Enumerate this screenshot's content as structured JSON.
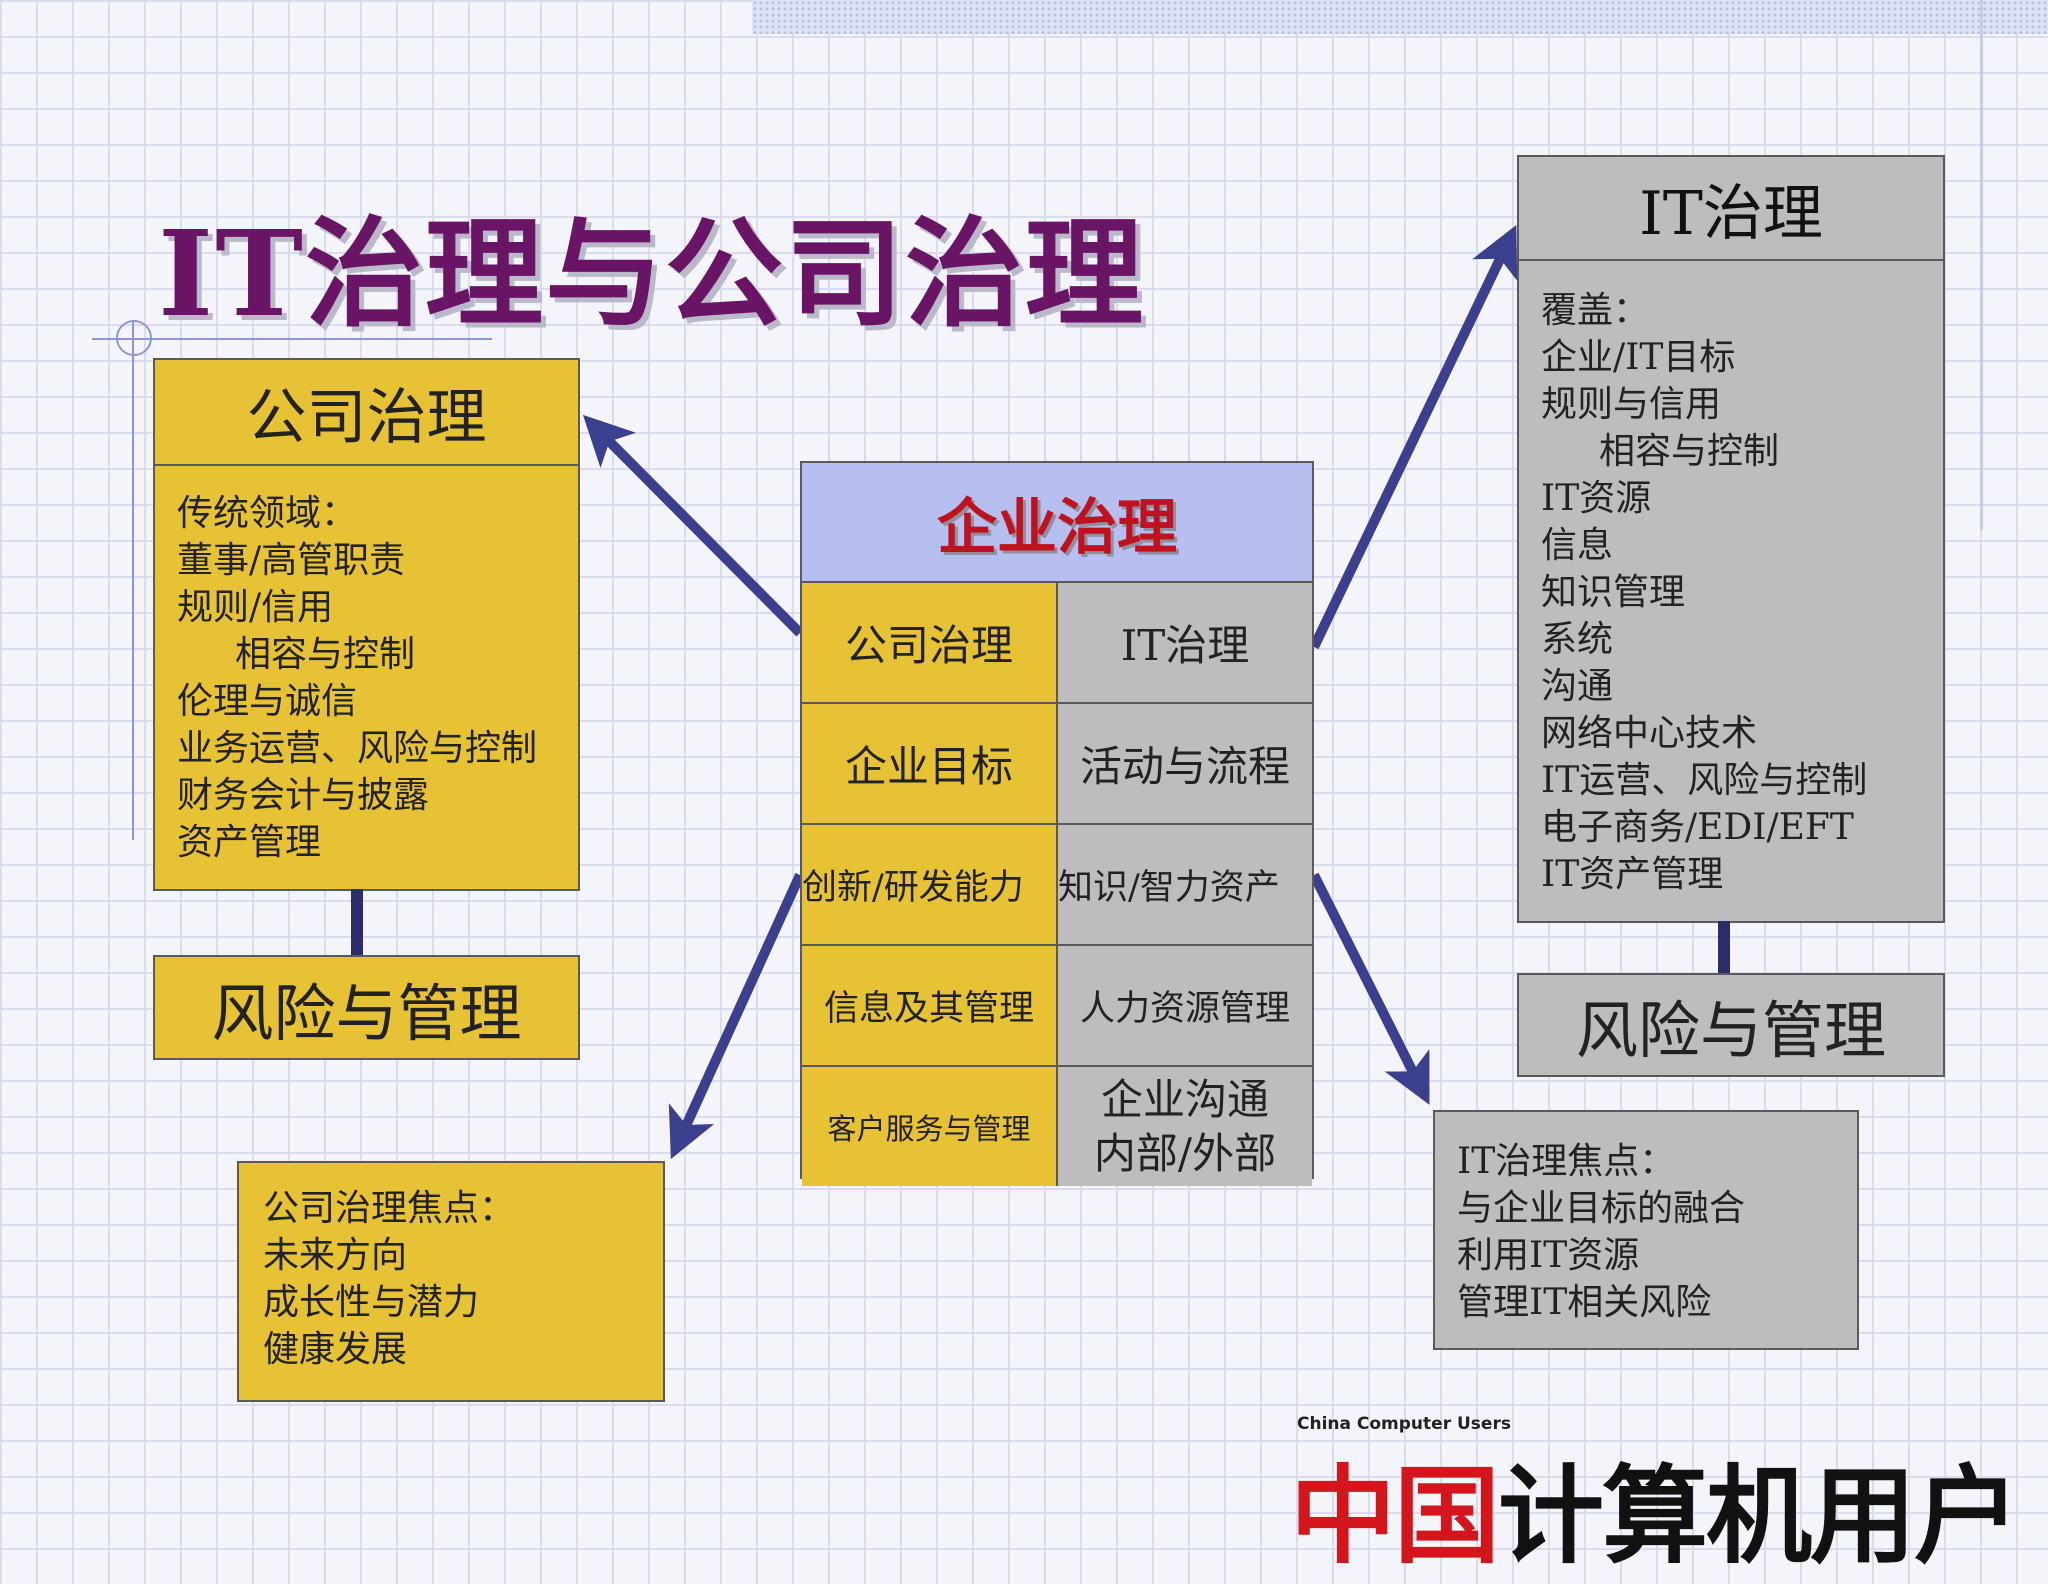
{
  "title": "IT治理与公司治理",
  "corporate_governance": {
    "header": "公司治理",
    "items": [
      "传统领域：",
      "董事/高管职责",
      "规则/信用",
      "相容与控制",
      "伦理与诚信",
      "业务运营、风险与控制",
      "财务会计与披露",
      "资产管理"
    ]
  },
  "corporate_risk": "风险与管理",
  "it_governance": {
    "header": "IT治理",
    "items": [
      "覆盖：",
      "企业/IT目标",
      "规则与信用",
      "相容与控制",
      "IT资源",
      "信息",
      "知识管理",
      "系统",
      "沟通",
      "网络中心技术",
      "IT运营、风险与控制",
      "电子商务/EDI/EFT",
      "IT资产管理"
    ]
  },
  "it_risk": "风险与管理",
  "enterprise_governance": {
    "header": "企业治理",
    "rows": [
      {
        "left": "公司治理",
        "right": "IT治理"
      },
      {
        "left": "企业目标",
        "right": "活动与流程"
      },
      {
        "left": "创新/研发能力",
        "right": "知识/智力资产"
      },
      {
        "left": "信息及其管理",
        "right": "人力资源管理"
      },
      {
        "left": "客户服务与管理",
        "right_line1": "企业沟通",
        "right_line2": "内部/外部"
      }
    ]
  },
  "corporate_focus": {
    "items": [
      "公司治理焦点：",
      "未来方向",
      "成长性与潜力",
      "健康发展"
    ]
  },
  "it_focus": {
    "items": [
      "IT治理焦点：",
      "与企业目标的融合",
      "利用IT资源",
      "管理IT相关风险"
    ]
  },
  "logo": {
    "english": "China Computer Users",
    "red_part": "中国",
    "black_part": "计算机用户"
  },
  "colors": {
    "title": "#6a1466",
    "yellow_box": "#e6c234",
    "gray_box": "#bdbdbd",
    "enterprise_header": "#b7bff0",
    "enterprise_header_text": "#c0121e",
    "arrow": "#3a3f8e",
    "logo_red": "#d4161c"
  }
}
